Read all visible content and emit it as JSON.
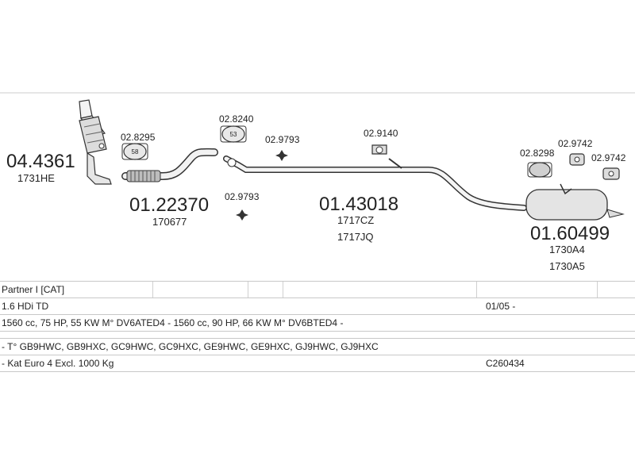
{
  "parts": {
    "catalytic_converter": {
      "code": "04.4361",
      "ref": "1731HE"
    },
    "front_pipe": {
      "code": "01.22370",
      "ref": "170677"
    },
    "middle_pipe": {
      "code": "01.43018",
      "ref1": "1717CZ",
      "ref2": "1717JQ"
    },
    "rear_silencer": {
      "code": "01.60499",
      "ref1": "1730A4",
      "ref2": "1730A5"
    }
  },
  "accessories": {
    "gasket_1": {
      "code": "02.8295",
      "badge": "58"
    },
    "gasket_2": {
      "code": "02.8240",
      "badge": "53"
    },
    "clamp_1": {
      "code": "02.9793"
    },
    "clamp_2": {
      "code": "02.9793"
    },
    "hanger_1": {
      "code": "02.9140"
    },
    "gasket_3": {
      "code": "02.8298"
    },
    "hanger_2": {
      "code": "02.9742"
    },
    "hanger_3": {
      "code": "02.9742"
    }
  },
  "vehicle": {
    "model": "Partner I [CAT]",
    "engine": "1.6 HDi TD",
    "date": "01/05 -",
    "spec": "1560 cc, 75 HP, 55 KW M° DV6ATED4 - 1560 cc, 90 HP, 66 KW M° DV6BTED4 -",
    "types": "- T° GB9HWC, GB9HXC, GC9HWC, GC9HXC, GE9HWC, GE9HXC, GJ9HWC, GJ9HXC",
    "kat": "- Kat Euro 4  Excl. 1000 Kg",
    "code": "C260434"
  }
}
